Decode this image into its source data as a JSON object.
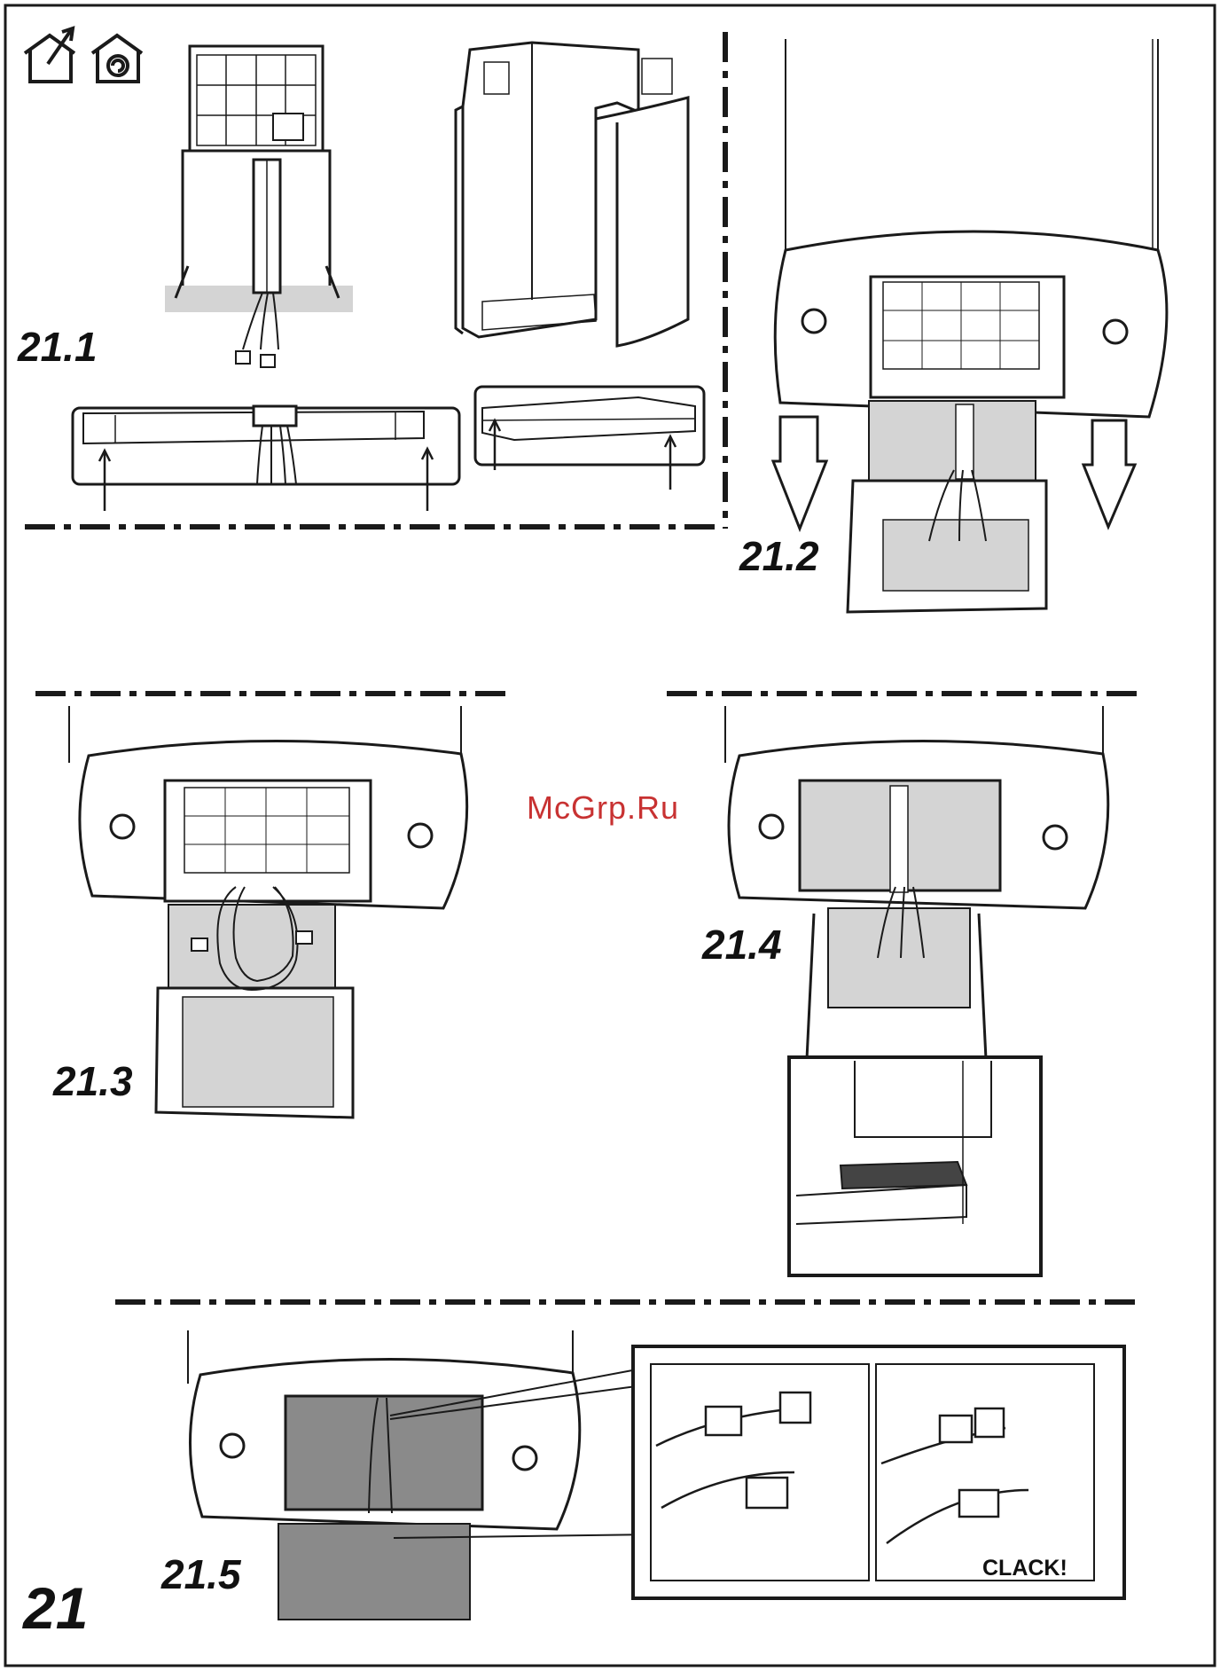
{
  "page": {
    "figure_number": "21",
    "watermark": "McGrp.Ru"
  },
  "steps": [
    {
      "label": "21.1"
    },
    {
      "label": "21.2"
    },
    {
      "label": "21.3"
    },
    {
      "label": "21.4"
    },
    {
      "label": "21.5"
    }
  ],
  "callouts": {
    "connector_sound": "CLACK!"
  },
  "icons": [
    "house-exhaust-icon",
    "recirculation-icon",
    "arrow-down-icon",
    "arrow-up-icon"
  ],
  "colors": {
    "line": "#1a1a1a",
    "panel_gray": "#d4d4d4",
    "dark_gray": "#8a8a8a",
    "watermark": "#c83232"
  }
}
